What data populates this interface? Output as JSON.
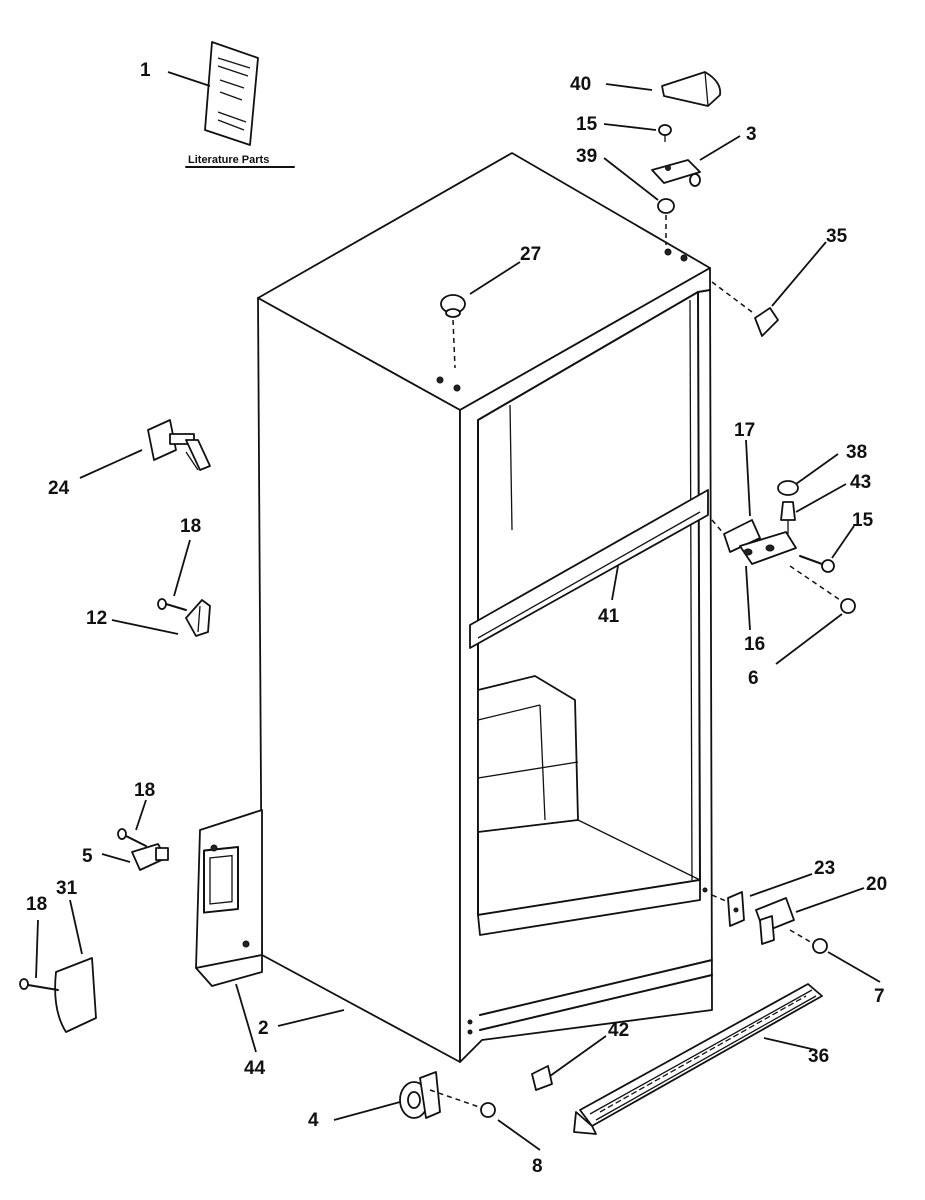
{
  "literature_caption": "Literature Parts",
  "callouts": [
    {
      "id": "c1",
      "text": "1"
    },
    {
      "id": "c40",
      "text": "40"
    },
    {
      "id": "c15a",
      "text": "15"
    },
    {
      "id": "c3",
      "text": "3"
    },
    {
      "id": "c39",
      "text": "39"
    },
    {
      "id": "c27",
      "text": "27"
    },
    {
      "id": "c35",
      "text": "35"
    },
    {
      "id": "c24",
      "text": "24"
    },
    {
      "id": "c18a",
      "text": "18"
    },
    {
      "id": "c12",
      "text": "12"
    },
    {
      "id": "c17",
      "text": "17"
    },
    {
      "id": "c38",
      "text": "38"
    },
    {
      "id": "c43",
      "text": "43"
    },
    {
      "id": "c15b",
      "text": "15"
    },
    {
      "id": "c41",
      "text": "41"
    },
    {
      "id": "c16",
      "text": "16"
    },
    {
      "id": "c6",
      "text": "6"
    },
    {
      "id": "c18b",
      "text": "18"
    },
    {
      "id": "c5",
      "text": "5"
    },
    {
      "id": "c18c",
      "text": "18"
    },
    {
      "id": "c31",
      "text": "31"
    },
    {
      "id": "c23",
      "text": "23"
    },
    {
      "id": "c20",
      "text": "20"
    },
    {
      "id": "c7",
      "text": "7"
    },
    {
      "id": "c2",
      "text": "2"
    },
    {
      "id": "c44",
      "text": "44"
    },
    {
      "id": "c42",
      "text": "42"
    },
    {
      "id": "c36",
      "text": "36"
    },
    {
      "id": "c4",
      "text": "4"
    },
    {
      "id": "c8",
      "text": "8"
    }
  ]
}
